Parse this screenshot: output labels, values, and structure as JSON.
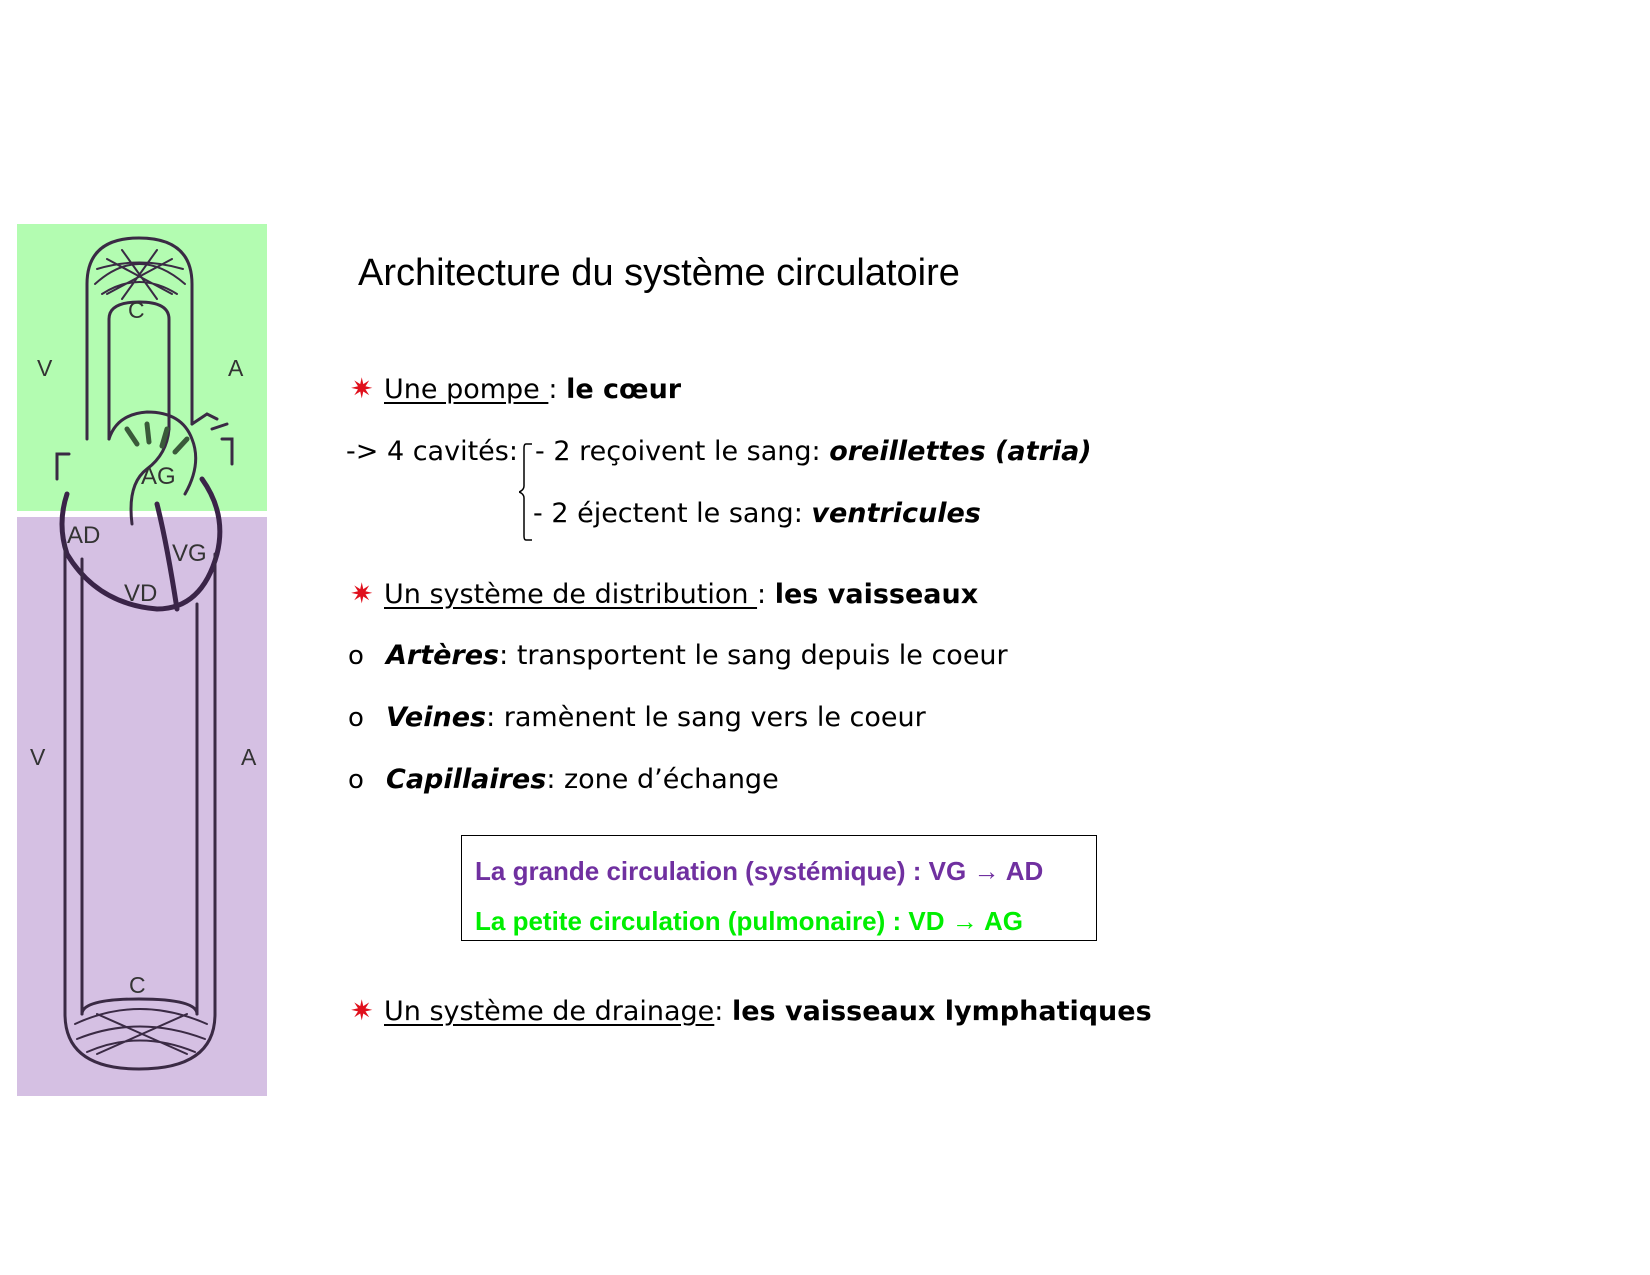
{
  "title": "Architecture du système circulatoire",
  "diagram": {
    "labels": {
      "c_top": "C",
      "v_top": "V",
      "a_top": "A",
      "ag": "AG",
      "ad": "AD",
      "vg": "VG",
      "vd": "VD",
      "v_bottom": "V",
      "a_bottom": "A",
      "c_bottom": "C"
    },
    "colors": {
      "pulmonary_panel": "#b3fcb1",
      "systemic_panel": "#d5c0e3"
    }
  },
  "sections": {
    "pump": {
      "heading": "Une pompe ",
      "sep": ": ",
      "value": "le cœur",
      "cavities_intro": "-> 4 cavités:",
      "cavity1_text": "- 2 reçoivent le sang: ",
      "cavity1_value": "oreillettes (atria)",
      "cavity2_text": "- 2 éjectent le sang: ",
      "cavity2_value": "ventricules"
    },
    "distribution": {
      "heading": "Un système de distribution ",
      "sep": ": ",
      "value": "les vaisseaux",
      "items": [
        {
          "term": "Artères",
          "text": ": transportent le sang depuis le coeur"
        },
        {
          "term": "Veines",
          "text": ": ramènent le sang vers le coeur"
        },
        {
          "term": "Capillaires",
          "text": ": zone d’échange"
        }
      ]
    },
    "circulation_box": {
      "systemic": "La grande circulation (systémique) : VG → AD",
      "pulmonary": "La petite circulation (pulmonaire) : VD → AG",
      "systemic_color": "#7030a0",
      "pulmonary_color": "#00ee00"
    },
    "drainage": {
      "heading": "Un système de drainage",
      "sep": ": ",
      "value": "les vaisseaux lymphatiques"
    }
  },
  "bullet_icon": "red-star-icon",
  "sub_bullet_icon": "circle-bullet-icon"
}
